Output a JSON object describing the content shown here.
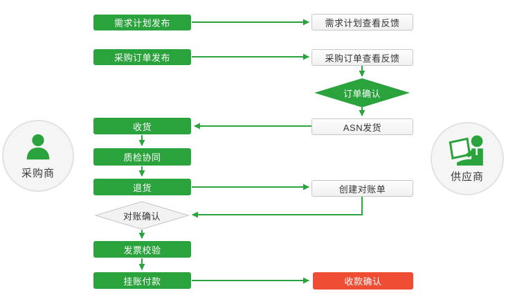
{
  "colors": {
    "process_green": "#2aa33c",
    "terminal_red": "#f04d35",
    "arrow_green": "#2aa33c",
    "neutral_fill": "#f2f2f2",
    "neutral_border": "#c6c6c6"
  },
  "diagram": {
    "type": "flowchart",
    "actors": {
      "buyer": {
        "label": "采购商",
        "icon": "person-icon"
      },
      "supplier": {
        "label": "供应商",
        "icon": "person-laptop-icon"
      }
    },
    "nodes": {
      "demand_plan_publish": "需求计划发布",
      "po_publish": "采购订单发布",
      "goods_receipt": "收货",
      "quality_collaboration": "质检协同",
      "goods_return": "退货",
      "reconciliation_confirm": "对账确认",
      "invoice_verification": "发票校验",
      "booked_payment": "挂账付款",
      "demand_plan_view_feedback": "需求计划查看反馈",
      "po_view_feedback": "采购订单查看反馈",
      "order_confirm": "订单确认",
      "asn_shipping": "ASN发货",
      "create_statement": "创建对账单",
      "payment_receipt_confirm": "收款确认"
    },
    "edges": [
      {
        "from": "demand_plan_publish",
        "to": "demand_plan_view_feedback"
      },
      {
        "from": "po_publish",
        "to": "po_view_feedback"
      },
      {
        "from": "po_view_feedback",
        "to": "order_confirm"
      },
      {
        "from": "order_confirm",
        "to": "asn_shipping"
      },
      {
        "from": "asn_shipping",
        "to": "goods_receipt"
      },
      {
        "from": "goods_receipt",
        "to": "quality_collaboration"
      },
      {
        "from": "quality_collaboration",
        "to": "goods_return"
      },
      {
        "from": "goods_return",
        "to": "create_statement"
      },
      {
        "from": "create_statement",
        "to": "reconciliation_confirm"
      },
      {
        "from": "reconciliation_confirm",
        "to": "invoice_verification"
      },
      {
        "from": "invoice_verification",
        "to": "booked_payment"
      },
      {
        "from": "booked_payment",
        "to": "payment_receipt_confirm"
      }
    ]
  }
}
